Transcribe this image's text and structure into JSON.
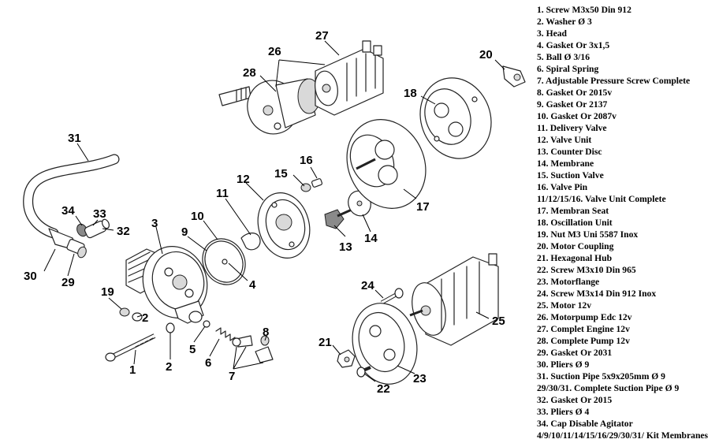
{
  "callouts": {
    "c1": "1",
    "c2a": "2",
    "c2b": "2",
    "c3": "3",
    "c4": "4",
    "c5": "5",
    "c6": "6",
    "c7": "7",
    "c8": "8",
    "c9": "9",
    "c10": "10",
    "c11": "11",
    "c12": "12",
    "c13": "13",
    "c14": "14",
    "c15": "15",
    "c16": "16",
    "c17": "17",
    "c18": "18",
    "c19": "19",
    "c20": "20",
    "c21": "21",
    "c22": "22",
    "c23": "23",
    "c24": "24",
    "c25": "25",
    "c26": "26",
    "c27": "27",
    "c28": "28",
    "c29": "29",
    "c30": "30",
    "c31": "31",
    "c32": "32",
    "c33": "33",
    "c34": "34"
  },
  "legend": [
    "1. Screw M3x50 Din 912",
    "2. Washer Ø 3",
    "3. Head",
    "4. Gasket Or 3x1,5",
    "5. Ball Ø 3/16",
    "6. Spiral Spring",
    "7. Adjustable Pressure Screw Complete",
    "8. Gasket Or 2015v",
    "9. Gasket Or 2137",
    "10. Gasket Or 2087v",
    "11. Delivery Valve",
    "12. Valve Unit",
    "13. Counter Disc",
    "14. Membrane",
    "15. Suction Valve",
    "16. Valve Pin",
    "11/12/15/16. Valve Unit Complete",
    "17. Membran Seat",
    "18. Oscillation Unit",
    "19. Nut M3 Uni 5587 Inox",
    "20. Motor Coupling",
    "21. Hexagonal Hub",
    "22. Screw M3x10 Din 965",
    "23. Motorflange",
    "24. Screw M3x14 Din 912 Inox",
    "25. Motor 12v",
    "26. Motorpump Edc 12v",
    "27. Complet Engine 12v",
    "28. Complete Pump 12v",
    "29. Gasket Or 2031",
    "30. Pliers Ø 9",
    "31. Suction Pipe 5x9x205mm Ø 9",
    "29/30/31. Complete Suction Pipe Ø 9",
    "32. Gasket Or 2015",
    "33. Pliers Ø 4",
    "34. Cap Disable Agitator",
    "4/9/10/11/14/15/16/29/30/31/ Kit Membranes"
  ]
}
